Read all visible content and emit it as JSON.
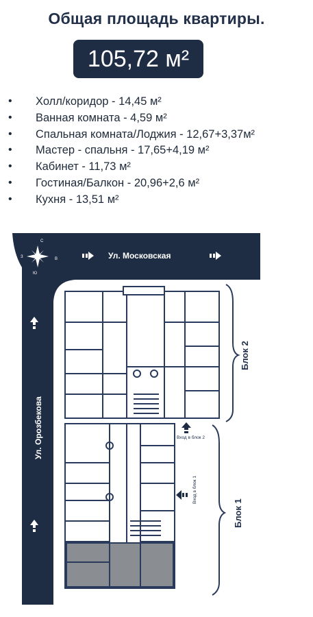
{
  "header": {
    "title": "Общая площадь квартиры.",
    "total_area": "105,72 м²"
  },
  "rooms": [
    "Холл/коридор - 14,45 м²",
    "Ванная комната - 4,59 м²",
    "Спальная комната/Лоджия - 12,67+3,37м²",
    "Мастер - спальня - 17,65+4,19 м²",
    "Кабинет - 11,73 м²",
    "Гостиная/Балкон - 20,96+2,6 м²",
    "Кухня - 13,51 м²"
  ],
  "bullet": "•",
  "plan": {
    "street_top": "Ул. Московская",
    "street_left": "Ул. Орозбекова",
    "block_2": "Блок 2",
    "block_1": "Блок 1",
    "entrance_2": "Вход в блок 2",
    "entrance_1": "Вход в блок 1",
    "compass": {
      "n": "С",
      "s": "Ю",
      "w": "З",
      "e": "В"
    },
    "colors": {
      "road": "#1f2d44",
      "walls": "#2a3a5c",
      "highlight": "#8a8d92"
    }
  }
}
